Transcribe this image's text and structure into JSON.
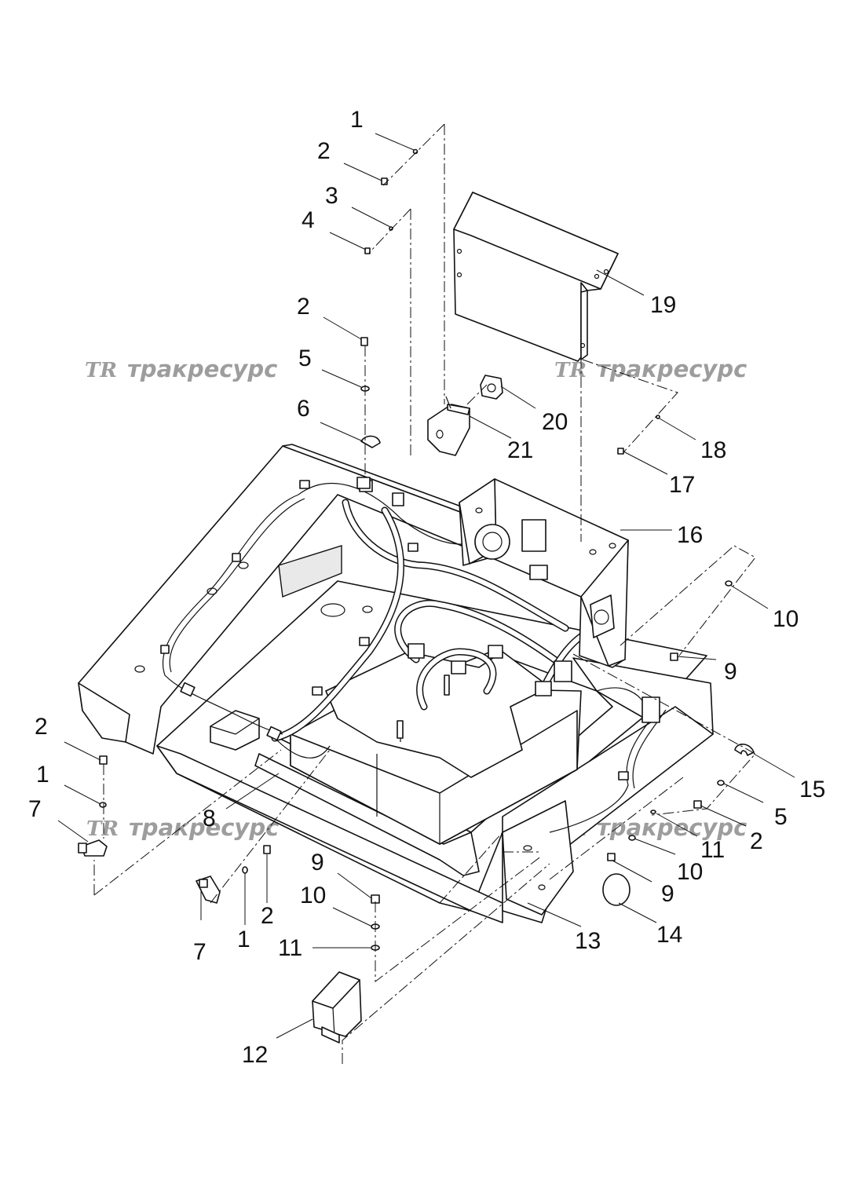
{
  "watermark": {
    "logo": "TR",
    "text": "тракресурс"
  },
  "callouts": [
    {
      "id": "c1a",
      "text": "1"
    },
    {
      "id": "c2a",
      "text": "2"
    },
    {
      "id": "c3",
      "text": "3"
    },
    {
      "id": "c4",
      "text": "4"
    },
    {
      "id": "c2b",
      "text": "2"
    },
    {
      "id": "c5a",
      "text": "5"
    },
    {
      "id": "c6",
      "text": "6"
    },
    {
      "id": "c19",
      "text": "19"
    },
    {
      "id": "c20",
      "text": "20"
    },
    {
      "id": "c21",
      "text": "21"
    },
    {
      "id": "c18",
      "text": "18"
    },
    {
      "id": "c17",
      "text": "17"
    },
    {
      "id": "c16",
      "text": "16"
    },
    {
      "id": "c10a",
      "text": "10"
    },
    {
      "id": "c9a",
      "text": "9"
    },
    {
      "id": "c2c",
      "text": "2"
    },
    {
      "id": "c1b",
      "text": "1"
    },
    {
      "id": "c7a",
      "text": "7"
    },
    {
      "id": "c8",
      "text": "8"
    },
    {
      "id": "c9b",
      "text": "9"
    },
    {
      "id": "c10b",
      "text": "10"
    },
    {
      "id": "c11a",
      "text": "11"
    },
    {
      "id": "c7b",
      "text": "7"
    },
    {
      "id": "c1c",
      "text": "1"
    },
    {
      "id": "c2d",
      "text": "2"
    },
    {
      "id": "c12",
      "text": "12"
    },
    {
      "id": "c13",
      "text": "13"
    },
    {
      "id": "c14",
      "text": "14"
    },
    {
      "id": "c9c",
      "text": "9"
    },
    {
      "id": "c10c",
      "text": "10"
    },
    {
      "id": "c11b",
      "text": "11"
    },
    {
      "id": "c2e",
      "text": "2"
    },
    {
      "id": "c5b",
      "text": "5"
    },
    {
      "id": "c15",
      "text": "15"
    }
  ]
}
